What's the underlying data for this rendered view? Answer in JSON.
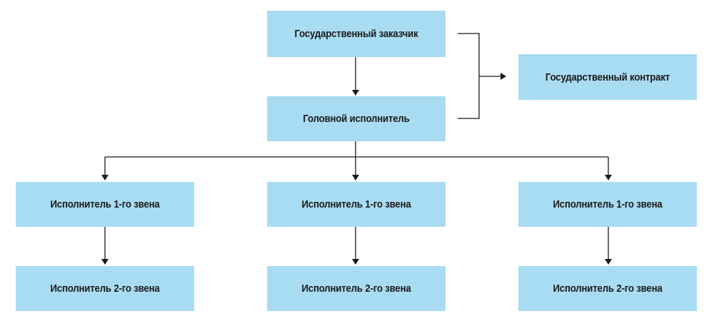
{
  "diagram": {
    "customer": "Государственный заказчик",
    "contract": "Государственный контракт",
    "head_contractor": "Головной исполнитель",
    "tier1": [
      "Исполнитель 1-го звена",
      "Исполнитель 1-го звена",
      "Исполнитель 1-го звена"
    ],
    "tier2": [
      "Исполнитель 2-го звена",
      "Исполнитель 2-го звена",
      "Исполнитель 2-го звена"
    ]
  },
  "colors": {
    "box_fill": "#a8dcf2",
    "line": "#1a1a1a"
  }
}
